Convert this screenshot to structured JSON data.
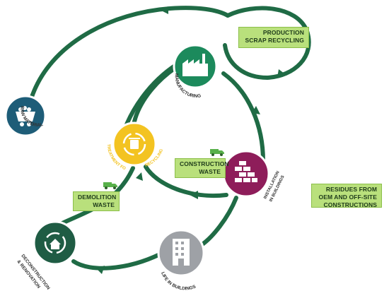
{
  "stages": {
    "raw_materials": "RAW MATERIALS",
    "manufacturing": "MANUFACTURING",
    "installation_line1": "INSTALLATION",
    "installation_line2": "IN BUILDINGS",
    "life": "LIFE IN BUILDINGS",
    "deconstruction_line1": "DECONSTRUCTION",
    "deconstruction_line2": "& RENOVATION",
    "treatment_left": "TREATMENT FOR",
    "treatment_right": "RECYCLING"
  },
  "labels": {
    "production_line1": "PRODUCTION",
    "production_line2": "SCRAP RECYCLING",
    "construction_line1": "CONSTRUCTION",
    "construction_line2": "WASTE",
    "demolition_line1": "DEMOLITION",
    "demolition_line2": "WASTE",
    "residues_line1": "RESIDUES FROM",
    "residues_line2": "OEM AND OFF-SITE",
    "residues_line3": "CONSTRUCTIONS"
  },
  "colors": {
    "loop": "#1f6b45",
    "raw_materials": "#1e5d78",
    "manufacturing": "#1c8a5c",
    "installation": "#8e1d5a",
    "life": "#9ea1a6",
    "deconstruction": "#1f5c44",
    "treatment": "#f3c321",
    "label_box": "#b9e07c"
  },
  "icons": {
    "raw_materials": "mine-cart-icon",
    "manufacturing": "factory-icon",
    "installation": "brick-wall-icon",
    "life": "building-icon",
    "deconstruction": "house-recycle-icon",
    "treatment": "recycle-bin-icon",
    "truck": "dump-truck-icon"
  }
}
